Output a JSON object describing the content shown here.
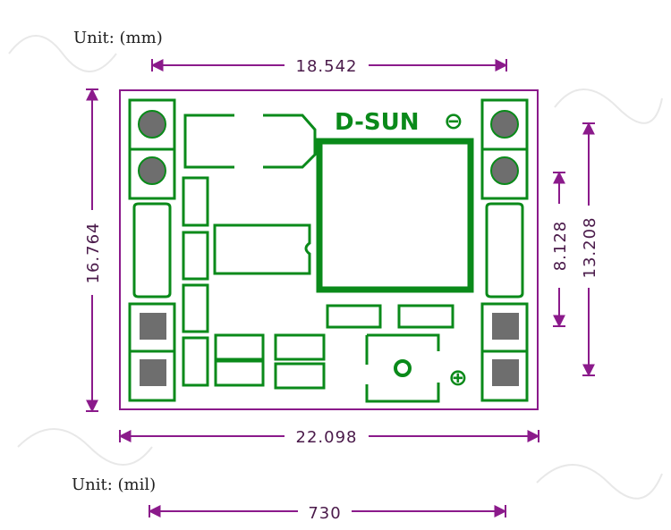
{
  "units": {
    "mm_label": "Unit: (mm)",
    "mil_label": "Unit: (mil)"
  },
  "dimensions": {
    "top_width_mm": "18.542",
    "left_height_mm": "16.764",
    "right_inner_mm": "8.128",
    "right_outer_mm": "13.208",
    "bottom_width_mm": "22.098",
    "bottom_width_mil": "730"
  },
  "board": {
    "brand": "D-SUN",
    "minus_symbol": "⊖",
    "plus_symbol": "⊕"
  },
  "colors": {
    "dimension": "#8b1a8b",
    "outline": "#8b1a8b",
    "copper": "#0a8a1a",
    "pad": "#6e6e6e",
    "watermark": "#d8d8d8"
  }
}
